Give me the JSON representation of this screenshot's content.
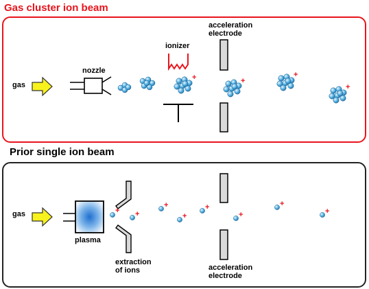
{
  "gas_cluster": {
    "title": "Gas cluster ion beam",
    "title_color": "#e8141c",
    "frame_color": "#e8141c",
    "gas_label": "gas",
    "nozzle_label": "nozzle",
    "ionizer_label": "ionizer",
    "electrode_label": "acceleration\nelectrode",
    "charge_symbol": "+"
  },
  "single_ion": {
    "title": "Prior single ion beam",
    "title_color": "#000000",
    "frame_color": "#222222",
    "gas_label": "gas",
    "plasma_label": "plasma",
    "extraction_label": "extraction\nof ions",
    "electrode_label": "acceleration\nelectrode",
    "charge_symbol": "+"
  },
  "colors": {
    "arrow_fill": "#f8f21c",
    "particle": "#4aa8dc",
    "particle_light": "#bfe6fb",
    "charge": "#e8141c",
    "electrode_fill": "#d9d9d9",
    "plasma_core": "#2f7fd6"
  }
}
